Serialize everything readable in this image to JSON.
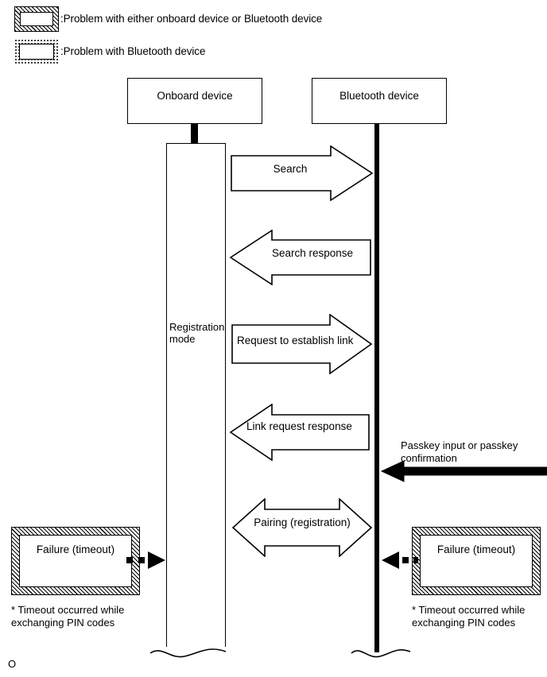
{
  "diagram": {
    "title": "Bluetooth pairing / registration sequence",
    "legend": [
      {
        "id": "legend-hatched",
        "pattern": "diagonal-hatch-border",
        "text": ":Problem with either onboard device or Bluetooth device"
      },
      {
        "id": "legend-dotted",
        "pattern": "dotted-border",
        "text": ":Problem with Bluetooth device"
      }
    ],
    "actors": [
      {
        "id": "onboard",
        "label": "Onboard device"
      },
      {
        "id": "bluetooth",
        "label": "Bluetooth device"
      }
    ],
    "state_bar": {
      "label": "Registration\nmode"
    },
    "messages": [
      {
        "id": "search",
        "label": "Search",
        "direction": "right"
      },
      {
        "id": "search-response",
        "label": "Search response",
        "direction": "left"
      },
      {
        "id": "request-link",
        "label": "Request to establish link",
        "direction": "right"
      },
      {
        "id": "link-response",
        "label": "Link request response",
        "direction": "left"
      },
      {
        "id": "pairing",
        "label": "Pairing (registration)",
        "direction": "both"
      }
    ],
    "external_input": {
      "id": "passkey",
      "label": "Passkey input or passkey\nconfirmation",
      "direction": "left"
    },
    "failures": [
      {
        "id": "failure-onboard",
        "label": "Failure (timeout)",
        "note": "* Timeout occurred while\nexchanging PIN codes",
        "border": "diagonal-hatch-border"
      },
      {
        "id": "failure-bluetooth",
        "label": "Failure (timeout)",
        "note": "* Timeout occurred while\nexchanging PIN codes",
        "border": "diagonal-hatch-border"
      }
    ],
    "corner_mark": "O",
    "colors": {
      "line": "#000000",
      "fill": "#ffffff",
      "text": "#000000"
    }
  }
}
